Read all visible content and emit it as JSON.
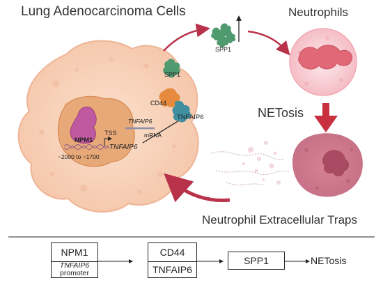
{
  "titles": {
    "cells": "Lung Adenocarcinoma Cells",
    "neutrophils": "Neutrophils",
    "netosis": "NETosis",
    "traps": "Neutrophil Extracellular Traps"
  },
  "cell_labels": {
    "npm1": "NPM1",
    "tss": "TSS",
    "range": "~2000 to ~1700",
    "gene": "TNFAIP6",
    "mrna_gene": "TNFAIP6",
    "mrna": "mRNA",
    "spp1_near": "SPP1",
    "cd44": "CD44",
    "tnfaip6_protein": "TNFAIP6",
    "spp1_top": "SPP1"
  },
  "flow": {
    "box1_top": "NPM1",
    "box1_bottom_gene": "TNFAIP6",
    "box1_bottom_rest": "promoter",
    "box2_top": "CD44",
    "box2_bottom": "TNFAIP6",
    "box3": "SPP1",
    "end": "NETosis"
  },
  "colors": {
    "arrow_red": "#b8324a",
    "cell_fill": "#f7cdb2",
    "nucleus": "#e0a06a",
    "npm1": "#c05aa0",
    "spp1": "#4f9a6f",
    "cd44": "#e58a3e",
    "tnfaip6": "#3f8fa0",
    "neutrophil": "#f5c5cc",
    "neutrophil_nucleus": "#e06877"
  }
}
